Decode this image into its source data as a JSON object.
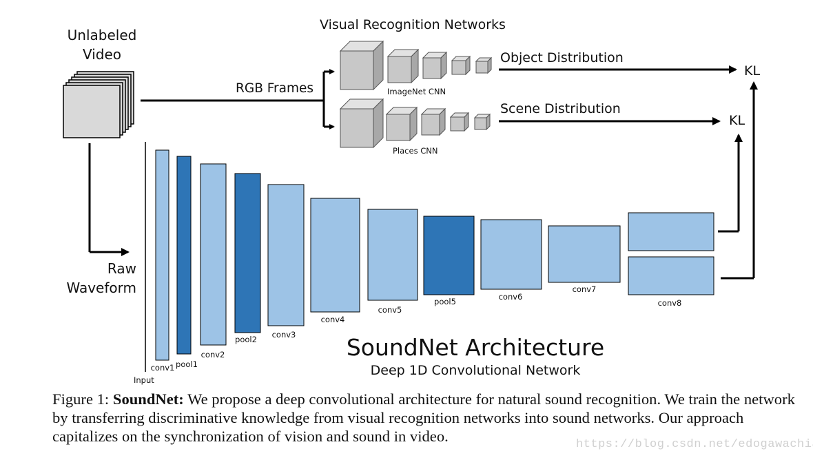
{
  "video": {
    "title_line1": "Unlabeled",
    "title_line2": "Video"
  },
  "rgb_label": "RGB Frames",
  "visual_networks": {
    "title": "Visual Recognition Networks",
    "imagenet_label": "ImageNet CNN",
    "places_label": "Places CNN",
    "object_distribution": "Object Distribution",
    "scene_distribution": "Scene Distribution",
    "kl_top": "KL",
    "kl_bottom": "KL"
  },
  "waveform": {
    "line1": "Raw",
    "line2": "Waveform"
  },
  "input_label": "Input",
  "layers": [
    {
      "name": "conv1",
      "kind": "conv"
    },
    {
      "name": "pool1",
      "kind": "pool"
    },
    {
      "name": "conv2",
      "kind": "conv"
    },
    {
      "name": "pool2",
      "kind": "pool"
    },
    {
      "name": "conv3",
      "kind": "conv"
    },
    {
      "name": "conv4",
      "kind": "conv"
    },
    {
      "name": "conv5",
      "kind": "conv"
    },
    {
      "name": "pool5",
      "kind": "pool"
    },
    {
      "name": "conv6",
      "kind": "conv"
    },
    {
      "name": "conv7",
      "kind": "conv"
    },
    {
      "name": "conv8",
      "kind": "conv"
    }
  ],
  "architecture": {
    "title": "SoundNet Architecture",
    "subtitle": "Deep 1D Convolutional Network"
  },
  "caption": {
    "figure": "Figure 1:",
    "name": "SoundNet:",
    "text": "We propose a deep convolutional architecture for natural sound recognition. We train the network by transferring discriminative knowledge from visual recognition networks into sound networks. Our approach capitalizes on the synchronization of vision and sound in video."
  },
  "watermark": "https://blog.csdn.net/edogawachia",
  "colors": {
    "conv": "#9dc3e6",
    "pool": "#2e75b6",
    "cube": "#c8c8c8",
    "frame": "#d9d9d9"
  }
}
